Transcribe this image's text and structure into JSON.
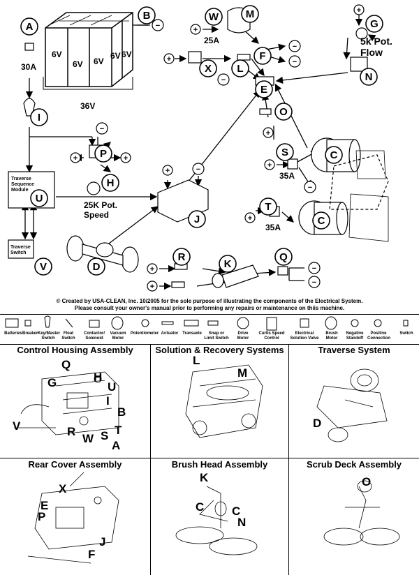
{
  "diagram": {
    "labels": {
      "A": "A",
      "B": "B",
      "C": "C",
      "D": "D",
      "E": "E",
      "F": "F",
      "G": "G",
      "H": "H",
      "I": "I",
      "J": "J",
      "K": "K",
      "L": "L",
      "M": "M",
      "N": "N",
      "O": "O",
      "P": "P",
      "Q": "Q",
      "R": "R",
      "S": "S",
      "T": "T",
      "U": "U",
      "V": "V",
      "W": "W",
      "X": "X"
    },
    "battery_cell": "6V",
    "battery_total": "36V",
    "amp_30": "30A",
    "amp_25": "25A",
    "amp_35": "35A",
    "pot_5k_line1": "5k Pot.",
    "pot_5k_line2": "Flow",
    "pot_25k_line1": "25K Pot.",
    "pot_25k_line2": "Speed",
    "traverse_module_line1": "Traverse",
    "traverse_module_line2": "Sequence",
    "traverse_module_line3": "Module",
    "traverse_switch_line1": "Traverse",
    "traverse_switch_line2": "Switch",
    "plus": "+",
    "minus": "−"
  },
  "copyright": {
    "line1": "© Created by USA-CLEAN, Inc. 10/2005 for the sole purpose of illustrating the components of the Electrical System.",
    "line2": "Please consult your owner's manual prior to performing any repairs or maintenance on thiis machine."
  },
  "legend": [
    "Batteries",
    "Breaker",
    "Key/Master Switch",
    "Float Switch",
    "Contactor/ Solenoid",
    "Vacuum Motor",
    "Potentiometer",
    "Actuator",
    "Transaxle",
    "Snap or Limit Switch",
    "Drive Motor",
    "Curtis Speed Control",
    "Electrical Solution Valve",
    "Brush Motor",
    "Negative Standoff",
    "Positive Connection",
    "Switch"
  ],
  "panels": {
    "control_housing": {
      "title": "Control Housing Assembly",
      "letters": [
        "Q",
        "G",
        "H",
        "U",
        "I",
        "B",
        "V",
        "R",
        "W",
        "S",
        "T",
        "A"
      ]
    },
    "solution_recovery": {
      "title": "Solution & Recovery Systems",
      "letters": [
        "L",
        "M"
      ]
    },
    "traverse": {
      "title": "Traverse System",
      "letters": [
        "D"
      ]
    },
    "rear_cover": {
      "title": "Rear Cover Assembly",
      "letters": [
        "X",
        "E",
        "P",
        "J",
        "F"
      ]
    },
    "brush_head": {
      "title": "Brush Head Assembly",
      "letters": [
        "K",
        "C",
        "C",
        "N"
      ]
    },
    "scrub_deck": {
      "title": "Scrub Deck Assembly",
      "letters": [
        "O"
      ]
    }
  }
}
